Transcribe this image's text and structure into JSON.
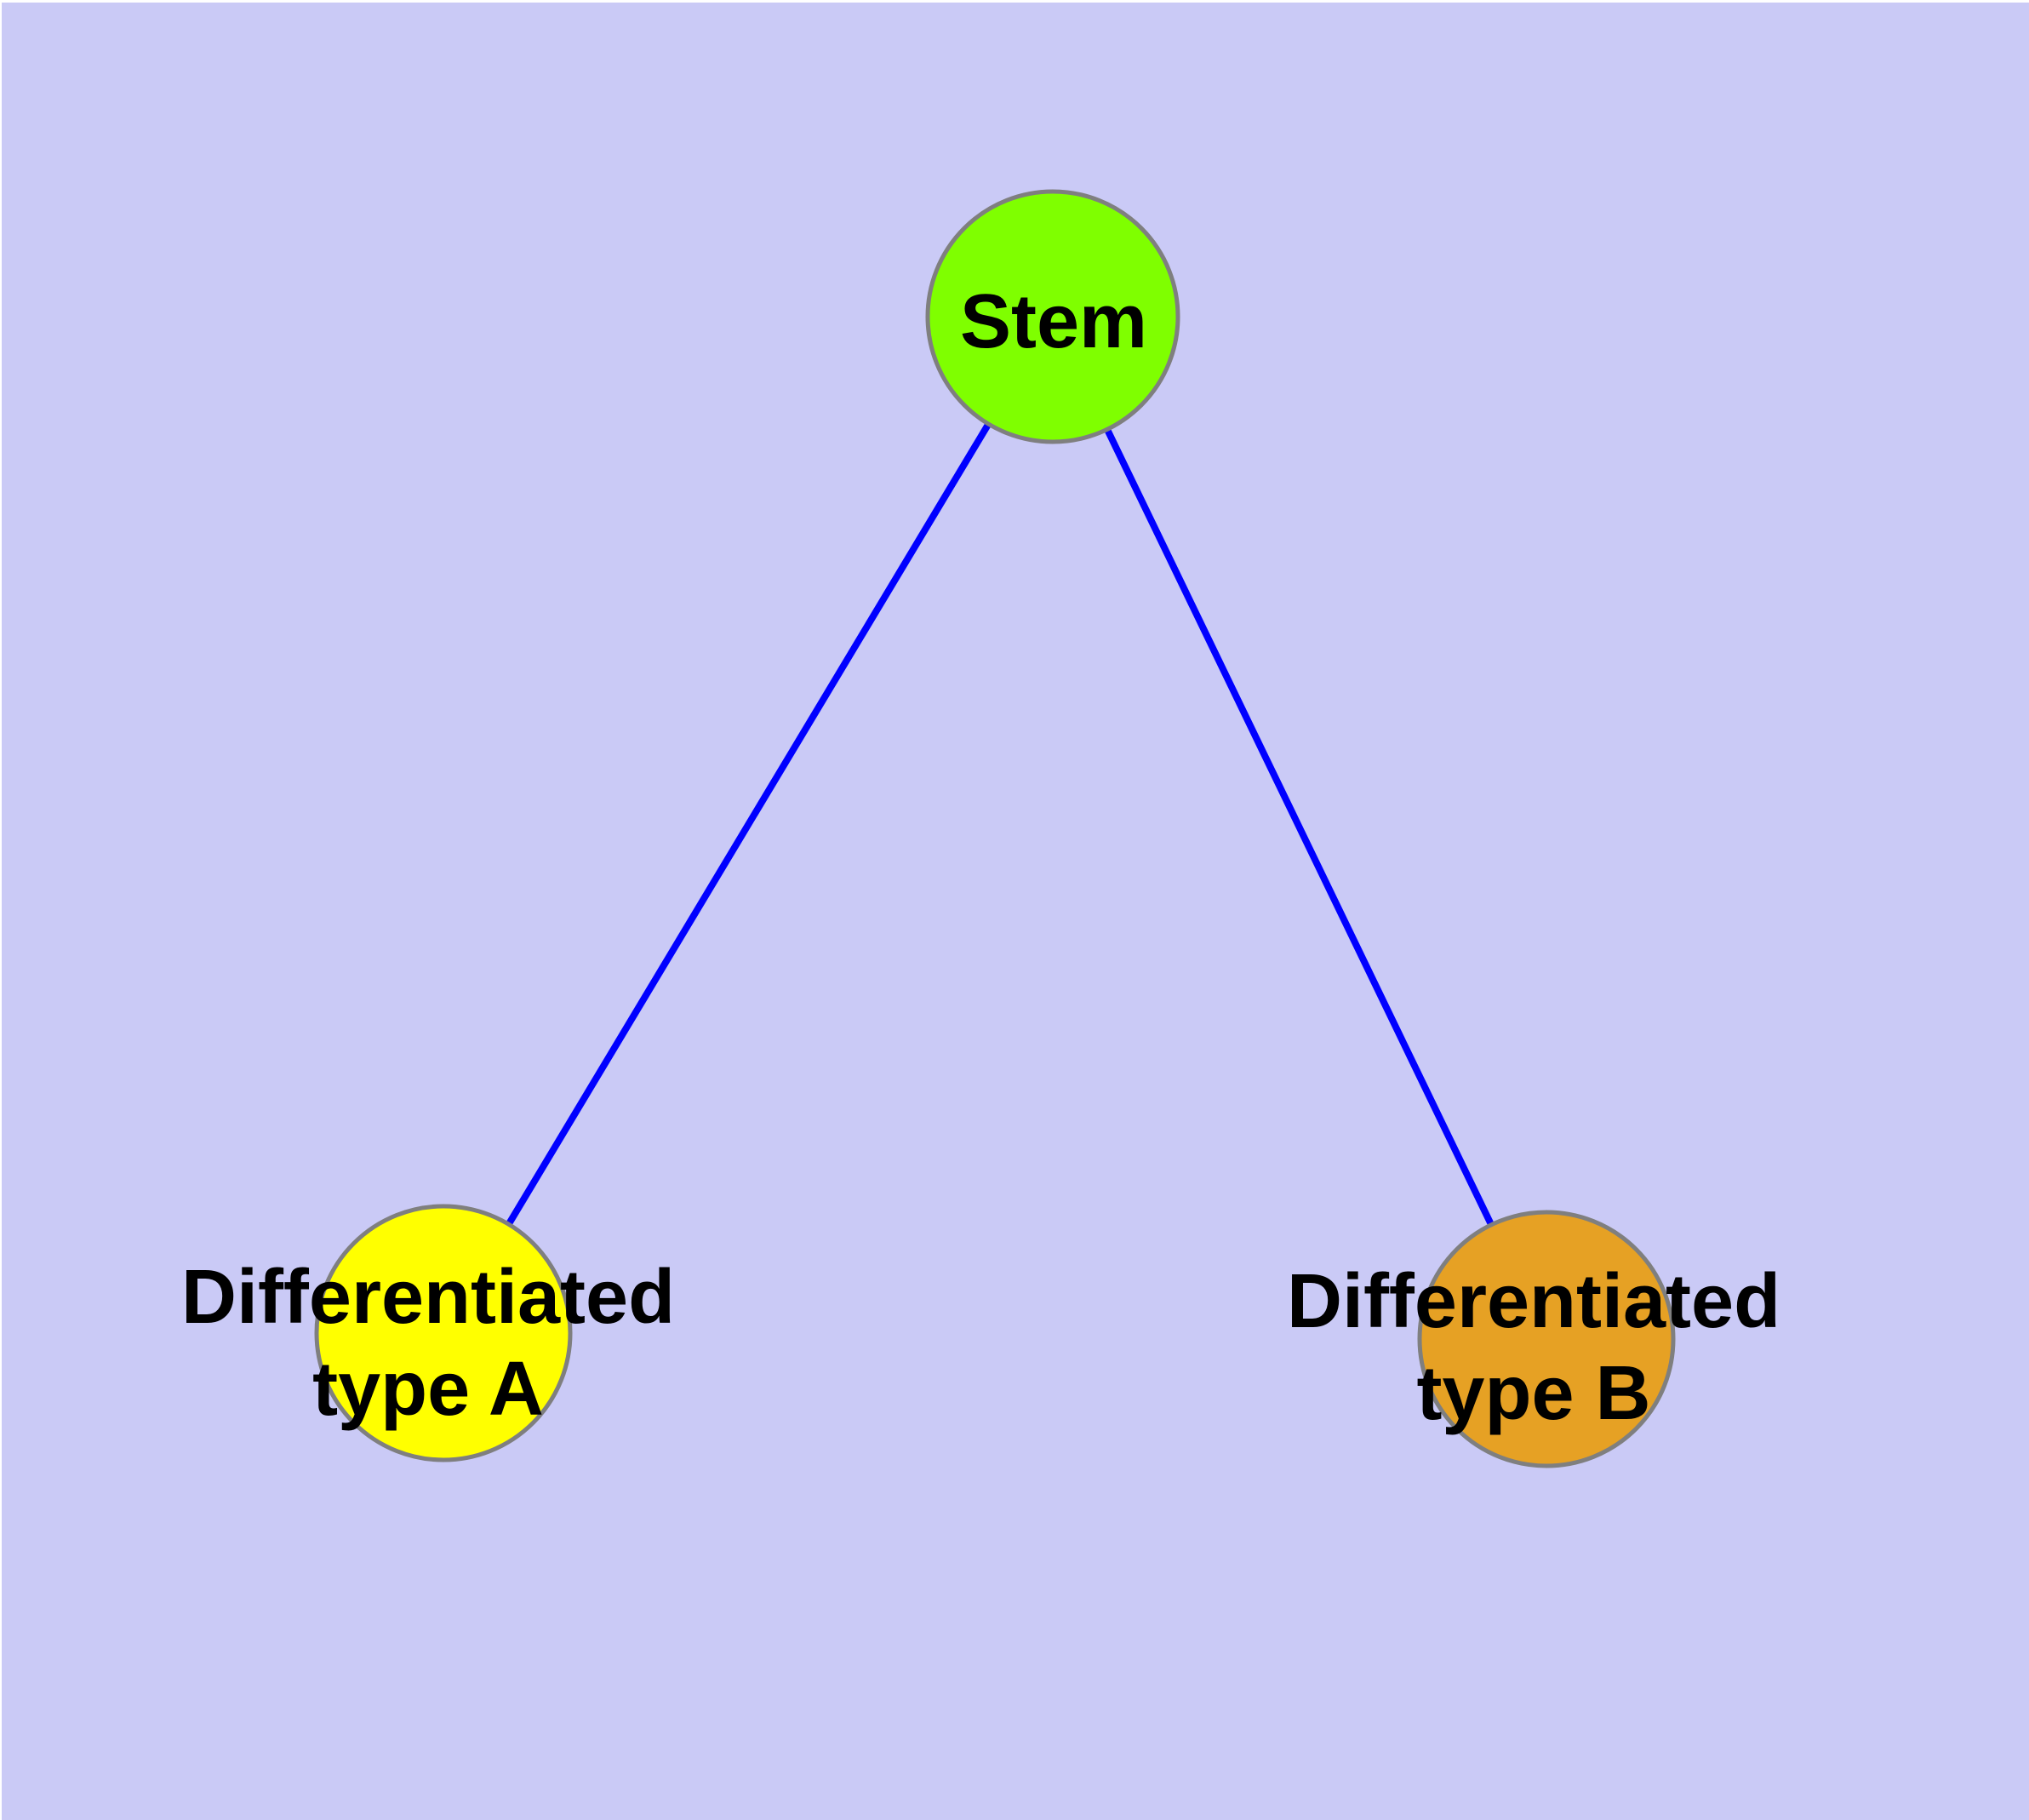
{
  "diagram": {
    "type": "graph",
    "background_color": "#CACAF6",
    "edge_color": "#0000FF",
    "node_border_color": "#7F7F7F",
    "label_color": "#000000",
    "nodes": [
      {
        "id": "stem",
        "label": "Stem",
        "lines": [
          "Stem"
        ],
        "fill_color": "#7FFF00"
      },
      {
        "id": "differentiated-type-a",
        "label": "Differentiated type A",
        "lines": [
          "Differentiated",
          "type A"
        ],
        "fill_color": "#FFFF00"
      },
      {
        "id": "differentiated-type-b",
        "label": "Differentiated type B",
        "lines": [
          "Differentiated",
          "type B"
        ],
        "fill_color": "#E6A124"
      }
    ],
    "edges": [
      {
        "from": "stem",
        "to": "differentiated-type-a"
      },
      {
        "from": "stem",
        "to": "differentiated-type-b"
      }
    ]
  }
}
